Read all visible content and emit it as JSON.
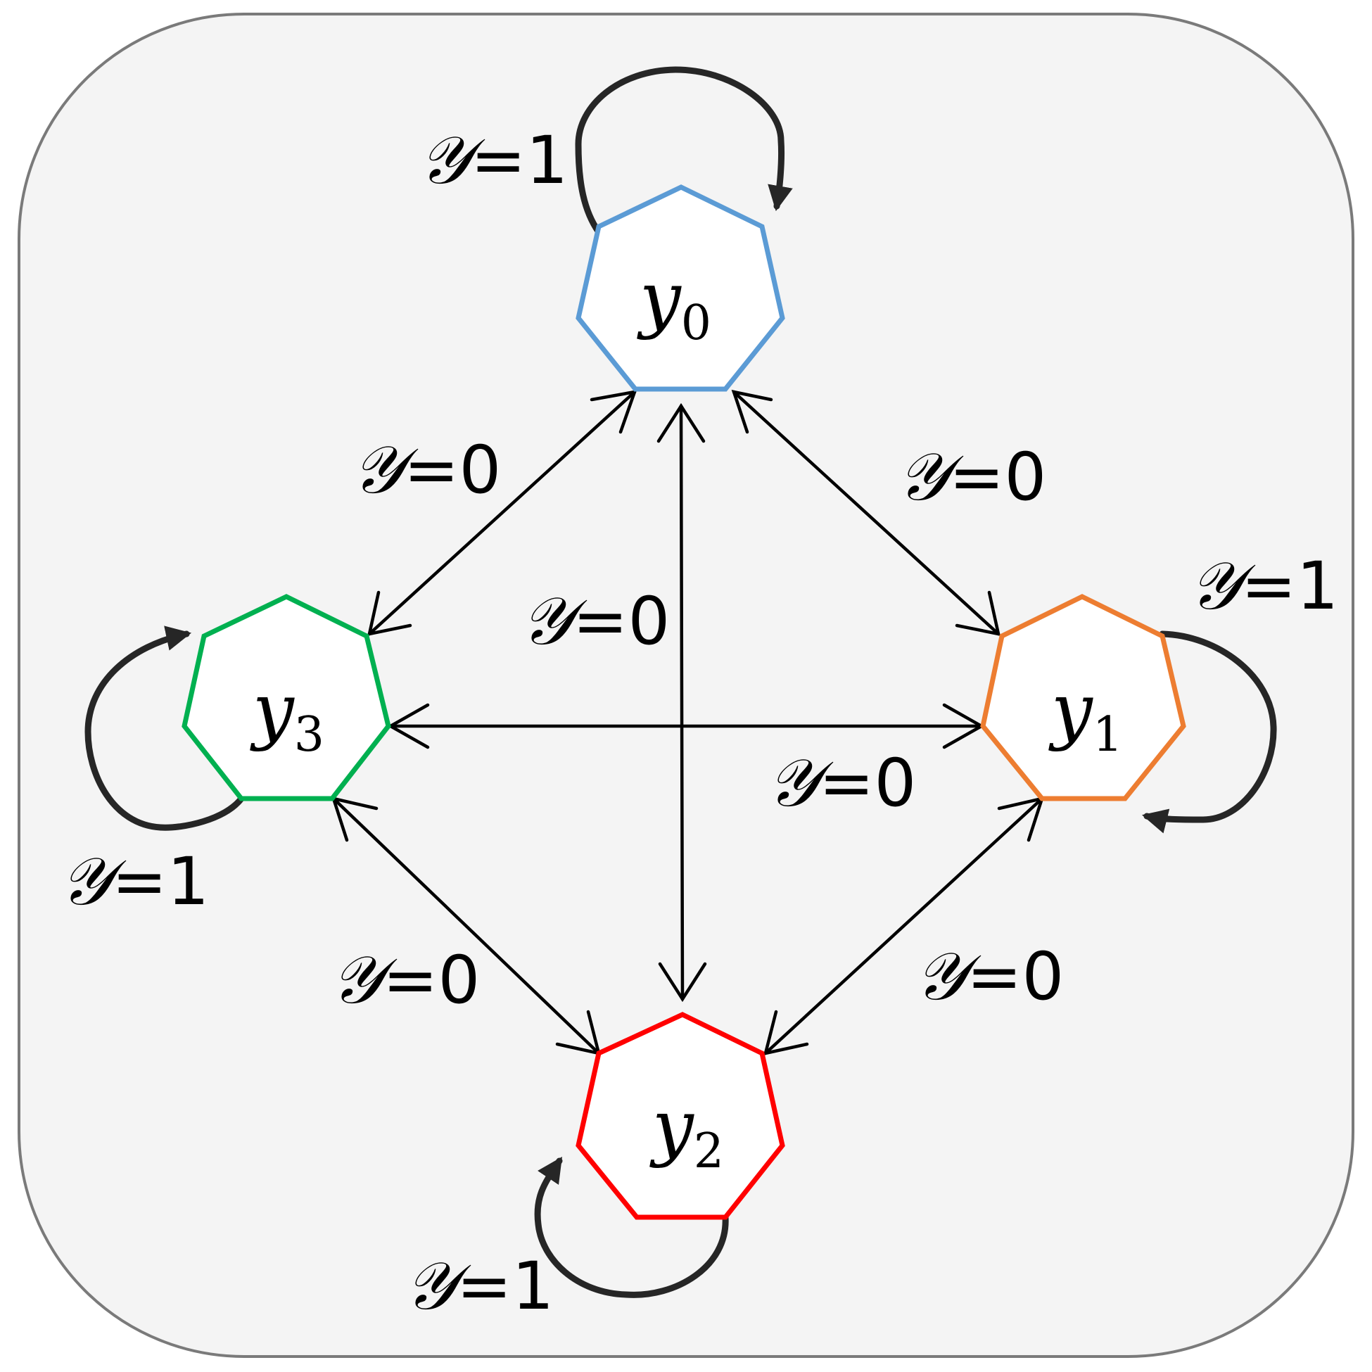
{
  "colors": {
    "y0": "#5b9bd5",
    "y1": "#ed7d31",
    "y2": "#ff0000",
    "y3": "#00b050",
    "edge": "#000000",
    "loop": "#262626",
    "panel_fill": "#f4f4f4",
    "panel_border": "#7a7a7a"
  },
  "nodes": {
    "y0": {
      "base": "y",
      "sub": "0"
    },
    "y1": {
      "base": "y",
      "sub": "1"
    },
    "y2": {
      "base": "y",
      "sub": "2"
    },
    "y3": {
      "base": "y",
      "sub": "3"
    }
  },
  "edge_labels": {
    "y0_y3": {
      "sym": "𝒴",
      "val": "=0"
    },
    "y0_y1": {
      "sym": "𝒴",
      "val": "=0"
    },
    "y0_y2": {
      "sym": "𝒴",
      "val": "=0"
    },
    "y3_y1": {
      "sym": "𝒴",
      "val": "=0"
    },
    "y3_y2": {
      "sym": "𝒴",
      "val": "=0"
    },
    "y1_y2": {
      "sym": "𝒴",
      "val": "=0"
    }
  },
  "loop_labels": {
    "y0": {
      "sym": "𝒴",
      "val": "=1"
    },
    "y1": {
      "sym": "𝒴",
      "val": "=1"
    },
    "y2": {
      "sym": "𝒴",
      "val": "=1"
    },
    "y3": {
      "sym": "𝒴",
      "val": "=1"
    }
  }
}
